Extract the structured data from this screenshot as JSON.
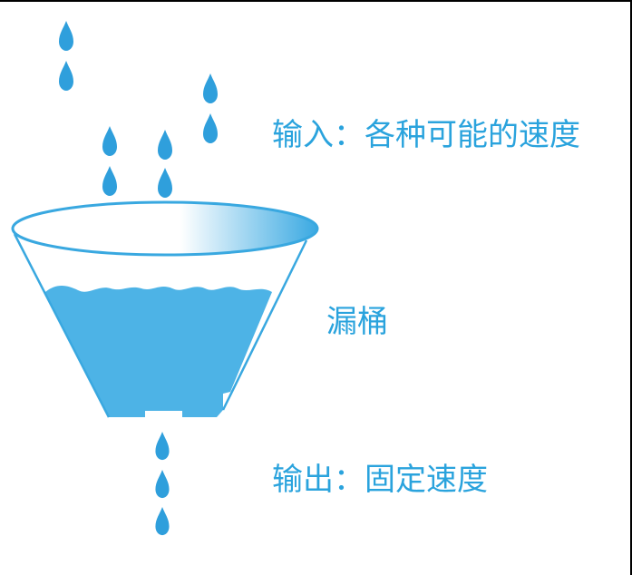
{
  "labels": {
    "input": "输入：各种可能的速度",
    "bucket": "漏桶",
    "output": "输出：固定速度"
  },
  "colors": {
    "water": "#4db3e6",
    "water_dark": "#2e9fdb",
    "rim": "#39a8e0",
    "text": "#2aa3dd",
    "drop": "#2f9fdc"
  }
}
